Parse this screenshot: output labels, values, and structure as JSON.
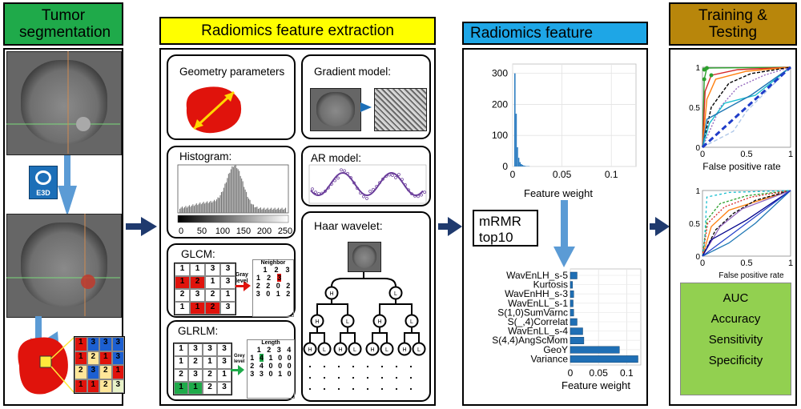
{
  "columns": {
    "segmentation": {
      "title": "Tumor segmentation"
    },
    "extraction": {
      "title": "Radiomics feature extraction"
    },
    "feature": {
      "title": "Radiomics feature"
    },
    "training": {
      "title": "Training & Testing"
    }
  },
  "extraction": {
    "geometry": "Geometry parameters",
    "gradient": "Gradient model:",
    "histogram": "Histogram:",
    "ar": "AR model:",
    "glcm": "GLCM:",
    "glrlm": "GLRLM:",
    "haar": "Haar wavelet:",
    "hist_ticks": [
      "0",
      "50",
      "100",
      "150",
      "200",
      "250"
    ],
    "glcm_matrix": [
      [
        1,
        1,
        3,
        3
      ],
      [
        1,
        2,
        1,
        3
      ],
      [
        2,
        3,
        2,
        1
      ],
      [
        1,
        1,
        2,
        3
      ]
    ],
    "glcm_neighbor_label": "Neighbor",
    "glcm_gray_label": "Gray level",
    "glcm_cooc_header": [
      "1",
      "2",
      "3"
    ],
    "glcm_cooc": [
      [
        2,
        3
      ],
      [
        2,
        0,
        2
      ],
      [
        0,
        1,
        2
      ]
    ],
    "glrlm_matrix": [
      [
        1,
        3,
        3,
        3
      ],
      [
        1,
        2,
        1,
        3
      ],
      [
        2,
        3,
        2,
        1
      ],
      [
        1,
        1,
        2,
        3
      ]
    ],
    "glrlm_length_label": "Length",
    "glrlm_gray_label": "Grey level",
    "glrlm_header": [
      "1",
      "2",
      "3",
      "4"
    ],
    "glrlm_rows": [
      [
        "1",
        "4",
        "1",
        "0",
        "0"
      ],
      [
        "2",
        "4",
        "0",
        "0",
        "0"
      ],
      [
        "3",
        "3",
        "0",
        "1",
        "0"
      ]
    ],
    "haar_nodes": [
      "H",
      "L"
    ],
    "seg_matrix": [
      [
        1,
        3,
        3,
        3
      ],
      [
        1,
        2,
        1,
        3
      ],
      [
        2,
        3,
        2,
        1
      ],
      [
        1,
        1,
        2,
        3
      ]
    ]
  },
  "feature": {
    "weight_label": "Feature weight",
    "mrmr_label": "mRMR top10",
    "hist_chart": {
      "type": "bar",
      "yticks": [
        "0",
        "100",
        "200",
        "300"
      ],
      "xticks": [
        "0",
        "0.05",
        "0.1"
      ],
      "xlabel": "Feature weight"
    },
    "bar_chart": {
      "type": "bar",
      "categories": [
        "WavEnLH_s-5",
        "Kurtosis",
        "WavEnHH_s-3",
        "WavEnLL_s-1",
        "S(1,0)SumVarnc",
        "S(_,4)Correlat",
        "WavEnLL_s-4",
        "S(4,4)AngScMom",
        "GeoY",
        "Variance"
      ],
      "values": [
        0.012,
        0.004,
        0.006,
        0.005,
        0.006,
        0.012,
        0.022,
        0.024,
        0.087,
        0.12
      ],
      "xlabel": "Feature weight",
      "xticks": [
        "0",
        "0.05",
        "0.1"
      ],
      "xlim": [
        0,
        0.125
      ]
    }
  },
  "chart_data": [
    {
      "type": "bar",
      "categories": [
        "WavEnLH_s-5",
        "Kurtosis",
        "WavEnHH_s-3",
        "WavEnLL_s-1",
        "S(1,0)SumVarnc",
        "S(_,4)Correlat",
        "WavEnLL_s-4",
        "S(4,4)AngScMom",
        "GeoY",
        "Variance"
      ],
      "values": [
        0.012,
        0.004,
        0.006,
        0.005,
        0.006,
        0.012,
        0.022,
        0.024,
        0.087,
        0.12
      ],
      "xlabel": "Feature weight",
      "xlim": [
        0,
        0.125
      ]
    },
    {
      "type": "line",
      "xlabel": "False positive rate",
      "xticks": [
        "0",
        "0.5",
        "1"
      ],
      "yticks": [
        "0",
        "0.5",
        "1"
      ]
    }
  ],
  "training": {
    "roc1": {
      "xlabel": "False positive rate",
      "xticks": [
        "0",
        "0.5",
        "1"
      ],
      "yticks": [
        "0",
        "0.5",
        "1"
      ]
    },
    "roc2": {
      "xlabel": "False positive rate",
      "xticks": [
        "0",
        "0.5",
        "1"
      ],
      "yticks": [
        "0",
        "0.5",
        "1"
      ]
    },
    "metrics": [
      "AUC",
      "Accuracy",
      "Sensitivity",
      "Specificity"
    ]
  },
  "colors": {
    "green_header": "#1faa4a",
    "yellow_header": "#ffff00",
    "blue_header": "#1ea6e6",
    "gold_header": "#b8860b",
    "metrics_box": "#92d050",
    "arrow_navy": "#1f3a6e",
    "arrow_light": "#5b9bd5",
    "tumor_red": "#e0130c"
  }
}
